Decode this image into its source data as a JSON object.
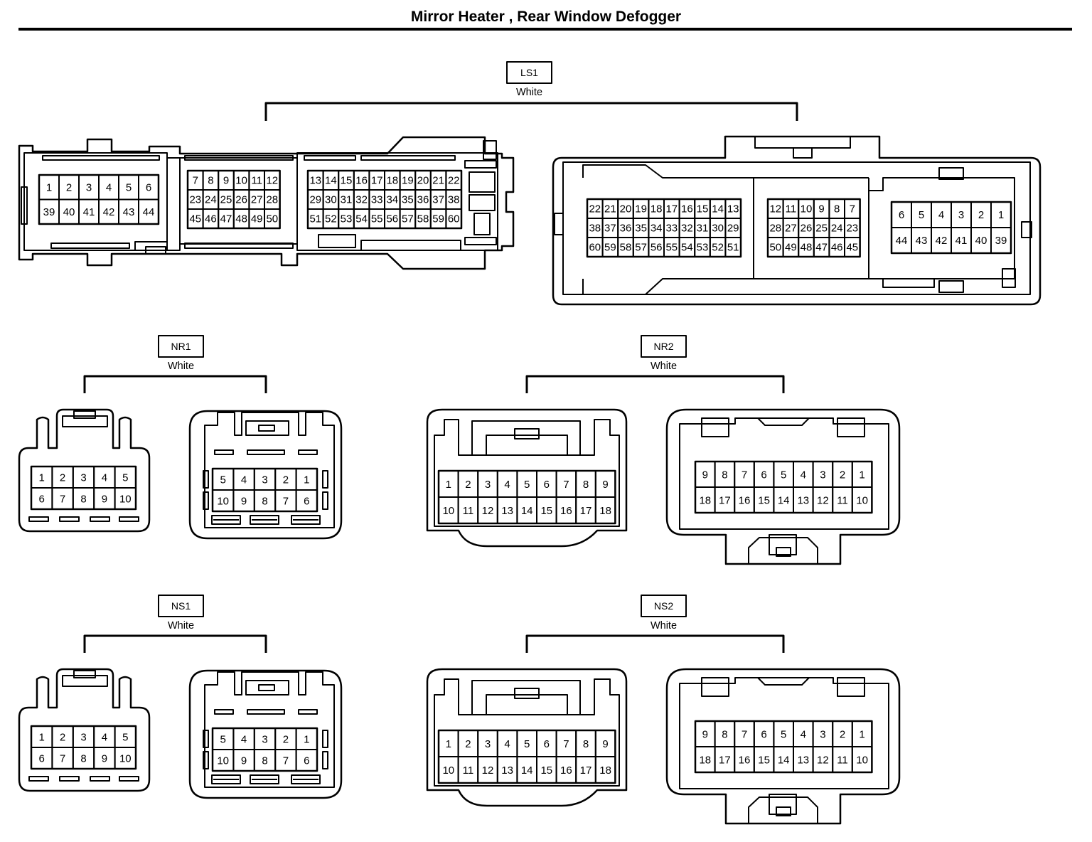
{
  "title": "Mirror Heater , Rear Window Defogger",
  "connectors": {
    "ls1": {
      "label": "LS1",
      "color": "White",
      "left_face": [
        [
          [
            "1",
            "2",
            "3",
            "4",
            "5",
            "6"
          ],
          [
            "39",
            "40",
            "41",
            "42",
            "43",
            "44"
          ]
        ],
        [
          [
            "7",
            "8",
            "9",
            "10",
            "11",
            "12"
          ],
          [
            "23",
            "24",
            "25",
            "26",
            "27",
            "28"
          ],
          [
            "45",
            "46",
            "47",
            "48",
            "49",
            "50"
          ]
        ],
        [
          [
            "13",
            "14",
            "15",
            "16",
            "17",
            "18",
            "19",
            "20",
            "21",
            "22"
          ],
          [
            "29",
            "30",
            "31",
            "32",
            "33",
            "34",
            "35",
            "36",
            "37",
            "38"
          ],
          [
            "51",
            "52",
            "53",
            "54",
            "55",
            "56",
            "57",
            "58",
            "59",
            "60"
          ]
        ]
      ],
      "right_face": [
        [
          [
            "22",
            "21",
            "20",
            "19",
            "18",
            "17",
            "16",
            "15",
            "14",
            "13"
          ],
          [
            "38",
            "37",
            "36",
            "35",
            "34",
            "33",
            "32",
            "31",
            "30",
            "29"
          ],
          [
            "60",
            "59",
            "58",
            "57",
            "56",
            "55",
            "54",
            "53",
            "52",
            "51"
          ]
        ],
        [
          [
            "12",
            "11",
            "10",
            "9",
            "8",
            "7"
          ],
          [
            "28",
            "27",
            "26",
            "25",
            "24",
            "23"
          ],
          [
            "50",
            "49",
            "48",
            "47",
            "46",
            "45"
          ]
        ],
        [
          [
            "6",
            "5",
            "4",
            "3",
            "2",
            "1"
          ],
          [
            "44",
            "43",
            "42",
            "41",
            "40",
            "39"
          ]
        ]
      ]
    },
    "nr1": {
      "label": "NR1",
      "color": "White",
      "left_face": [
        [
          "1",
          "2",
          "3",
          "4",
          "5"
        ],
        [
          "6",
          "7",
          "8",
          "9",
          "10"
        ]
      ],
      "right_face": [
        [
          "5",
          "4",
          "3",
          "2",
          "1"
        ],
        [
          "10",
          "9",
          "8",
          "7",
          "6"
        ]
      ]
    },
    "nr2": {
      "label": "NR2",
      "color": "White",
      "left_face": [
        [
          "1",
          "2",
          "3",
          "4",
          "5",
          "6",
          "7",
          "8",
          "9"
        ],
        [
          "10",
          "11",
          "12",
          "13",
          "14",
          "15",
          "16",
          "17",
          "18"
        ]
      ],
      "right_face": [
        [
          "9",
          "8",
          "7",
          "6",
          "5",
          "4",
          "3",
          "2",
          "1"
        ],
        [
          "18",
          "17",
          "16",
          "15",
          "14",
          "13",
          "12",
          "11",
          "10"
        ]
      ]
    },
    "ns1": {
      "label": "NS1",
      "color": "White",
      "left_face": [
        [
          "1",
          "2",
          "3",
          "4",
          "5"
        ],
        [
          "6",
          "7",
          "8",
          "9",
          "10"
        ]
      ],
      "right_face": [
        [
          "5",
          "4",
          "3",
          "2",
          "1"
        ],
        [
          "10",
          "9",
          "8",
          "7",
          "6"
        ]
      ]
    },
    "ns2": {
      "label": "NS2",
      "color": "White",
      "left_face": [
        [
          "1",
          "2",
          "3",
          "4",
          "5",
          "6",
          "7",
          "8",
          "9"
        ],
        [
          "10",
          "11",
          "12",
          "13",
          "14",
          "15",
          "16",
          "17",
          "18"
        ]
      ],
      "right_face": [
        [
          "9",
          "8",
          "7",
          "6",
          "5",
          "4",
          "3",
          "2",
          "1"
        ],
        [
          "18",
          "17",
          "16",
          "15",
          "14",
          "13",
          "12",
          "11",
          "10"
        ]
      ]
    }
  }
}
